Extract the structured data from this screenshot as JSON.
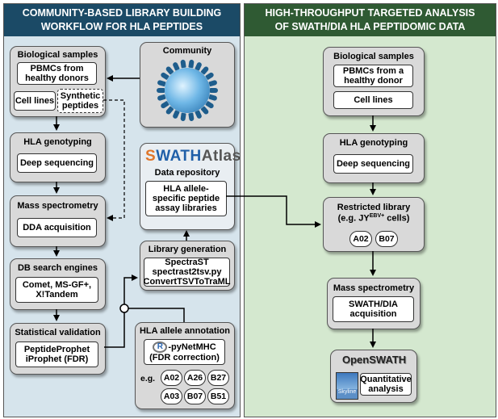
{
  "left_header": {
    "line1": "COMMUNITY-BASED LIBRARY BUILDING",
    "line2": "WORKFLOW FOR HLA PEPTIDES"
  },
  "right_header": {
    "line1": "HIGH-THROUGHPUT TARGETED ANALYSIS",
    "line2": "OF SWATH/DIA HLA PEPTIDOMIC DATA"
  },
  "left": {
    "bio": {
      "title": "Biological samples",
      "pbmc_l1": "PBMCs from",
      "pbmc_l2": "healthy donors",
      "cells": "Cell lines",
      "syn_l1": "Synthetic",
      "syn_l2": "peptides"
    },
    "community": {
      "title": "Community"
    },
    "genotyping": {
      "title": "HLA genotyping",
      "inner": "Deep sequencing"
    },
    "swath_atlas": {
      "logo_a": "S",
      "logo_b": "WATH",
      "logo_c": "Atlas",
      "title": "Data repository",
      "inner_l1": "HLA allele-",
      "inner_l2": "specific peptide",
      "inner_l3": "assay libraries"
    },
    "ms": {
      "title": "Mass spectrometry",
      "inner": "DDA acquisition"
    },
    "libgen": {
      "title": "Library generation",
      "l1": "SpectraST",
      "l2": "spectrast2tsv.py",
      "l3": "ConvertTSVToTraML"
    },
    "db": {
      "title": "DB search engines",
      "l1": "Comet, MS-GF+,",
      "l2": "X!Tandem"
    },
    "stat": {
      "title": "Statistical validation",
      "l1": "PeptideProphet",
      "l2": "iProphet (FDR)"
    },
    "annot": {
      "title": "HLA allele annotation",
      "r_letter": "R",
      "l1": "-pyNetMHC",
      "l2": "(FDR correction)",
      "eg": "e.g.",
      "alleles": [
        "A02",
        "A26",
        "B27",
        "A03",
        "B07",
        "B51"
      ]
    }
  },
  "right": {
    "bio": {
      "title": "Biological samples",
      "pbmc_l1": "PBMCs from a",
      "pbmc_l2": "healthy donor",
      "cells": "Cell lines"
    },
    "genotyping": {
      "title": "HLA genotyping",
      "inner": "Deep sequencing"
    },
    "restricted": {
      "title": "Restricted library",
      "sub_a": "(e.g. JY",
      "sub_sup": "EBV+",
      "sub_b": " cells)",
      "alleles": [
        "A02",
        "B07"
      ]
    },
    "ms": {
      "title": "Mass spectrometry",
      "l1": "SWATH/DIA",
      "l2": "acquisition"
    },
    "openswath": {
      "logo": "OpenSWATH",
      "skyline": "Skyline",
      "l1": "Quantitative",
      "l2": "analysis"
    }
  },
  "colors": {
    "left_panel": "#d6e4ec",
    "right_panel": "#d4e8cf",
    "left_header": "#1b4a66",
    "right_header": "#2f5a33",
    "swath_s": "#e0762a",
    "swath_wath": "#1f5fa8",
    "swath_atlas": "#555555"
  }
}
